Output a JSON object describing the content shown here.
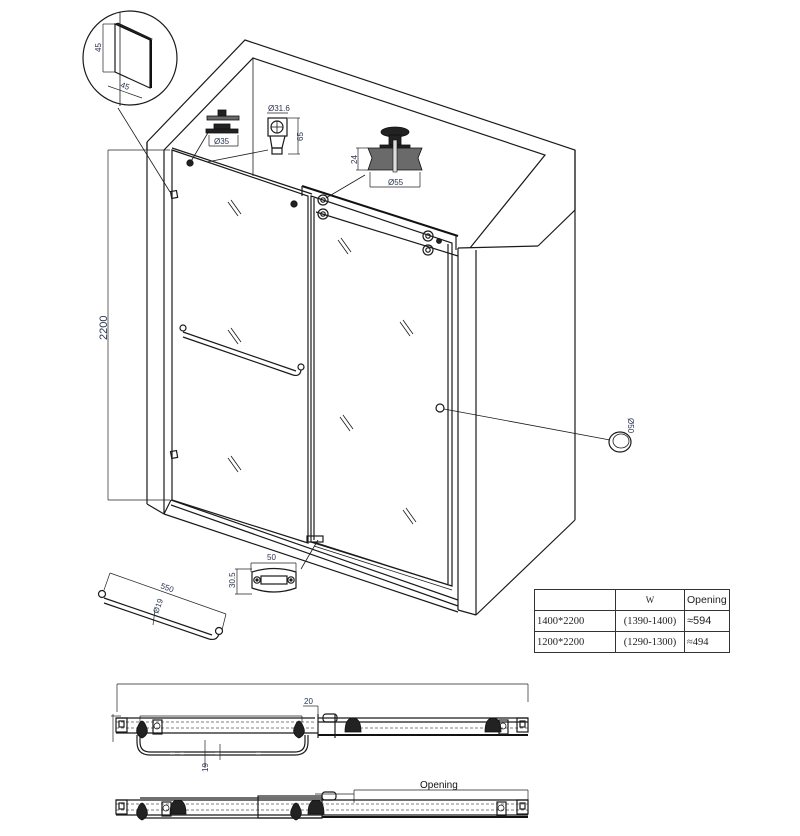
{
  "drawing": {
    "title": "Sliding shower door technical drawing",
    "colors": {
      "line": "#1a1a1a",
      "dimension_text": "#2a3550",
      "hatch": "#6a6a6a"
    }
  },
  "isometric_view": {
    "height_dimension": "2200"
  },
  "details": {
    "wall_bracket": {
      "height": "45",
      "width": "45"
    },
    "glass_clamp_fitting": {
      "diameter": "Ø35"
    },
    "door_stopper": {
      "diameter": "Ø31.6",
      "height": "65"
    },
    "roller": {
      "height": "24",
      "diameter": "Ø55"
    },
    "knob": {
      "diameter": "Ø50"
    },
    "bottom_guide": {
      "width": "50",
      "height": "30.5"
    },
    "towel_bar": {
      "length": "550",
      "diameter": "Ø19"
    }
  },
  "spec_table": {
    "headers": [
      "",
      "W",
      "Opening"
    ],
    "rows": [
      {
        "size": "1400*2200",
        "w": "(1390-1400)",
        "opening": "≈594"
      },
      {
        "size": "1200*2200",
        "w": "(1290-1300)",
        "opening": "≈494"
      }
    ]
  },
  "plan_view_closed": {
    "gap_dimension": "20",
    "bar_offset": "19"
  },
  "plan_view_open": {
    "opening_label": "Opening"
  }
}
